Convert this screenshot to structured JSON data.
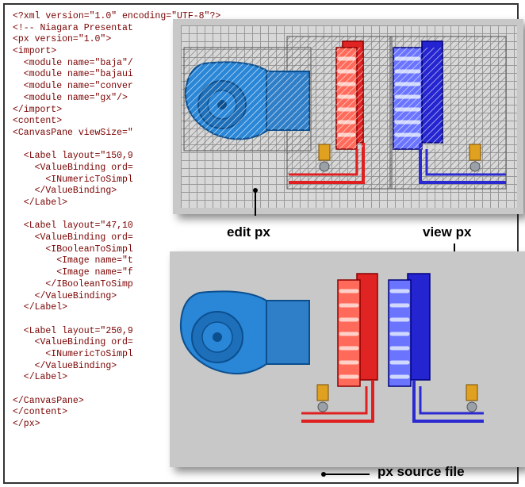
{
  "source_lines": [
    "<?xml version=\"1.0\" encoding=\"UTF-8\"?>",
    "<!-- Niagara Presentat",
    "<px version=\"1.0\">",
    "<import>",
    "  <module name=\"baja\"/",
    "  <module name=\"bajaui",
    "  <module name=\"conver",
    "  <module name=\"gx\"/>",
    "</import>",
    "<content>",
    "<CanvasPane viewSize=\"",
    "",
    "  <Label layout=\"150,9",
    "    <ValueBinding ord=",
    "      <INumericToSimpl",
    "    </ValueBinding>",
    "  </Label>",
    "",
    "  <Label layout=\"47,10",
    "    <ValueBinding ord=",
    "      <IBooleanToSimpl",
    "        <Image name=\"t",
    "        <Image name=\"f",
    "      </IBooleanToSimp",
    "    </ValueBinding>",
    "  </Label>",
    "",
    "  <Label layout=\"250,9",
    "    <ValueBinding ord=",
    "      <INumericToSimpl",
    "    </ValueBinding>",
    "  </Label>",
    "",
    "</CanvasPane>",
    "</content>",
    "</px>"
  ],
  "callouts": {
    "edit": "edit px",
    "view": "view px",
    "source": "px source file"
  },
  "colors": {
    "code_text": "#7a0000",
    "fan_blue": "#1f7fd0",
    "hot_red": "#e02020",
    "cold_blue": "#2a2ad0"
  }
}
